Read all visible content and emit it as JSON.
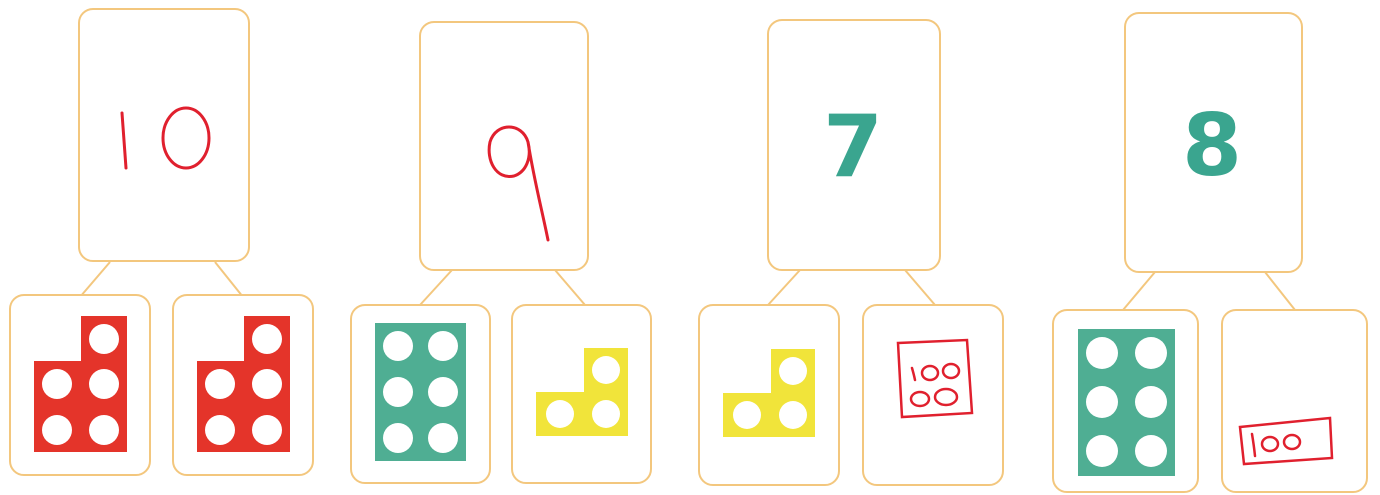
{
  "colors": {
    "frame": "#f3c77e",
    "red_piece": "#e4342a",
    "teal_piece": "#4fae93",
    "yellow_piece": "#f1e43a",
    "hole": "#ffffff",
    "numeral_teal": "#3aa58f",
    "handwriting": "#e0202e"
  },
  "bonds": [
    {
      "whole": {
        "text": "10",
        "style": "handwritten"
      },
      "parts": [
        {
          "piece": "numicon-5",
          "color": "red"
        },
        {
          "piece": "numicon-5",
          "color": "red"
        }
      ]
    },
    {
      "whole": {
        "text": "9",
        "style": "handwritten"
      },
      "parts": [
        {
          "piece": "numicon-6",
          "color": "teal"
        },
        {
          "piece": "numicon-3",
          "color": "yellow"
        }
      ]
    },
    {
      "whole": {
        "text": "7",
        "style": "printed"
      },
      "parts": [
        {
          "piece": "numicon-3",
          "color": "yellow"
        },
        {
          "piece": "drawn-4",
          "color": "handwritten"
        }
      ]
    },
    {
      "whole": {
        "text": "8",
        "style": "printed"
      },
      "parts": [
        {
          "piece": "numicon-6",
          "color": "teal"
        },
        {
          "piece": "drawn-2",
          "color": "handwritten"
        }
      ]
    }
  ]
}
